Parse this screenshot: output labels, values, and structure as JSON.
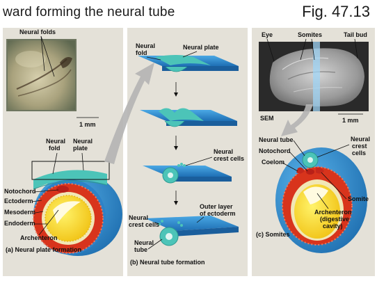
{
  "header": {
    "title": "ward forming the neural tube",
    "figure": "Fig. 47.13"
  },
  "colors": {
    "panel_bg": "#e4e1d8",
    "ectoderm_blue": "#2f8fd0",
    "neural_teal": "#4cc4b8",
    "mesoderm_red": "#d8341c",
    "endoderm_yellow": "#f5d21a",
    "notochord_red": "#b82018",
    "arrow_gray": "#b4b4b4"
  },
  "panel_a": {
    "photo_labels": {
      "neural_folds": "Neural folds"
    },
    "scale": "1 mm",
    "labels": {
      "neural_fold": "Neural fold",
      "neural_plate": "Neural plate",
      "notochord": "Notochord",
      "ectoderm": "Ectoderm",
      "mesoderm": "Mesoderm",
      "endoderm": "Endoderm",
      "archenteron": "Archenteron"
    },
    "caption": "(a) Neural plate formation"
  },
  "panel_b": {
    "labels": {
      "neural_fold": "Neural fold",
      "neural_plate": "Neural plate",
      "neural_crest_cells_1": "Neural crest cells",
      "neural_crest_cells_2": "Neural crest cells",
      "outer_layer": "Outer layer of ectoderm",
      "neural_tube": "Neural tube"
    },
    "caption": "(b) Neural tube formation"
  },
  "panel_c": {
    "sem_labels": {
      "eye": "Eye",
      "somites": "Somites",
      "tail_bud": "Tail bud",
      "sem": "SEM"
    },
    "scale": "1 mm",
    "labels": {
      "neural_tube": "Neural tube",
      "notochord": "Notochord",
      "coelom": "Coelom",
      "neural_crest_cells": "Neural crest cells",
      "somite": "Somite",
      "archenteron": "Archenteron (digestive cavity)"
    },
    "caption": "(c) Somites"
  }
}
